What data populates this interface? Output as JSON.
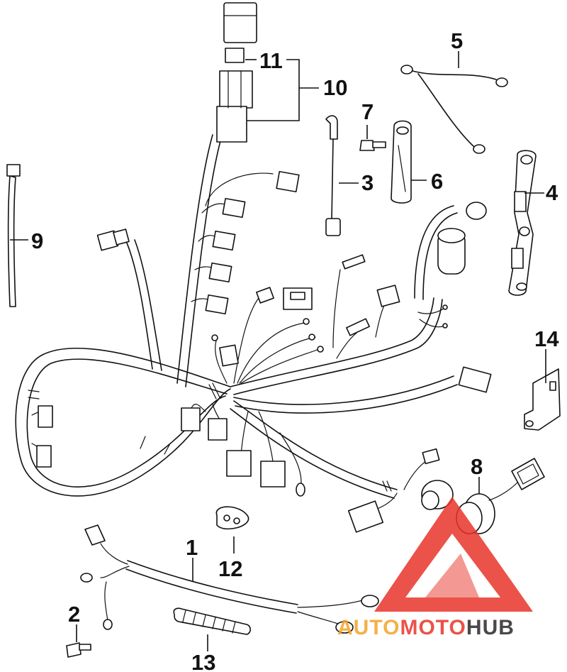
{
  "diagram": {
    "callouts": [
      {
        "id": "1",
        "label": "1"
      },
      {
        "id": "2",
        "label": "2"
      },
      {
        "id": "3",
        "label": "3"
      },
      {
        "id": "4",
        "label": "4"
      },
      {
        "id": "5",
        "label": "5"
      },
      {
        "id": "6",
        "label": "6"
      },
      {
        "id": "7",
        "label": "7"
      },
      {
        "id": "8",
        "label": "8"
      },
      {
        "id": "9",
        "label": "9"
      },
      {
        "id": "10",
        "label": "10"
      },
      {
        "id": "11",
        "label": "11"
      },
      {
        "id": "12",
        "label": "12"
      },
      {
        "id": "13",
        "label": "13"
      },
      {
        "id": "14",
        "label": "14"
      }
    ]
  },
  "watermark": {
    "part1": "AUTO",
    "part2": "MOTO",
    "part3": "HUB",
    "colors": {
      "red": "#e8352a",
      "orange": "#f4a326",
      "dark": "#2a2a2a"
    }
  }
}
